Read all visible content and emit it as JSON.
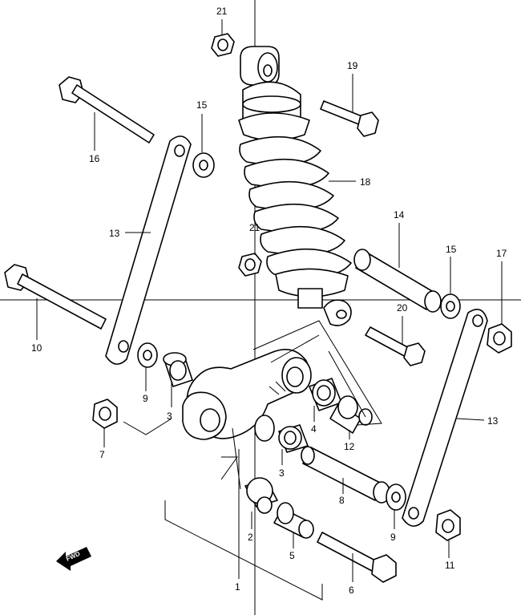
{
  "callouts": {
    "n1": "1",
    "n2": "2",
    "n3a": "3",
    "n3b": "3",
    "n4": "4",
    "n5": "5",
    "n6": "6",
    "n7": "7",
    "n8": "8",
    "n9a": "9",
    "n9b": "9",
    "n10": "10",
    "n11": "11",
    "n12": "12",
    "n13a": "13",
    "n13b": "13",
    "n14": "14",
    "n15a": "15",
    "n15b": "15",
    "n16": "16",
    "n17": "17",
    "n18": "18",
    "n19": "19",
    "n20": "20",
    "n21a": "21",
    "n21b": "21"
  },
  "fwd_label": "FWD"
}
